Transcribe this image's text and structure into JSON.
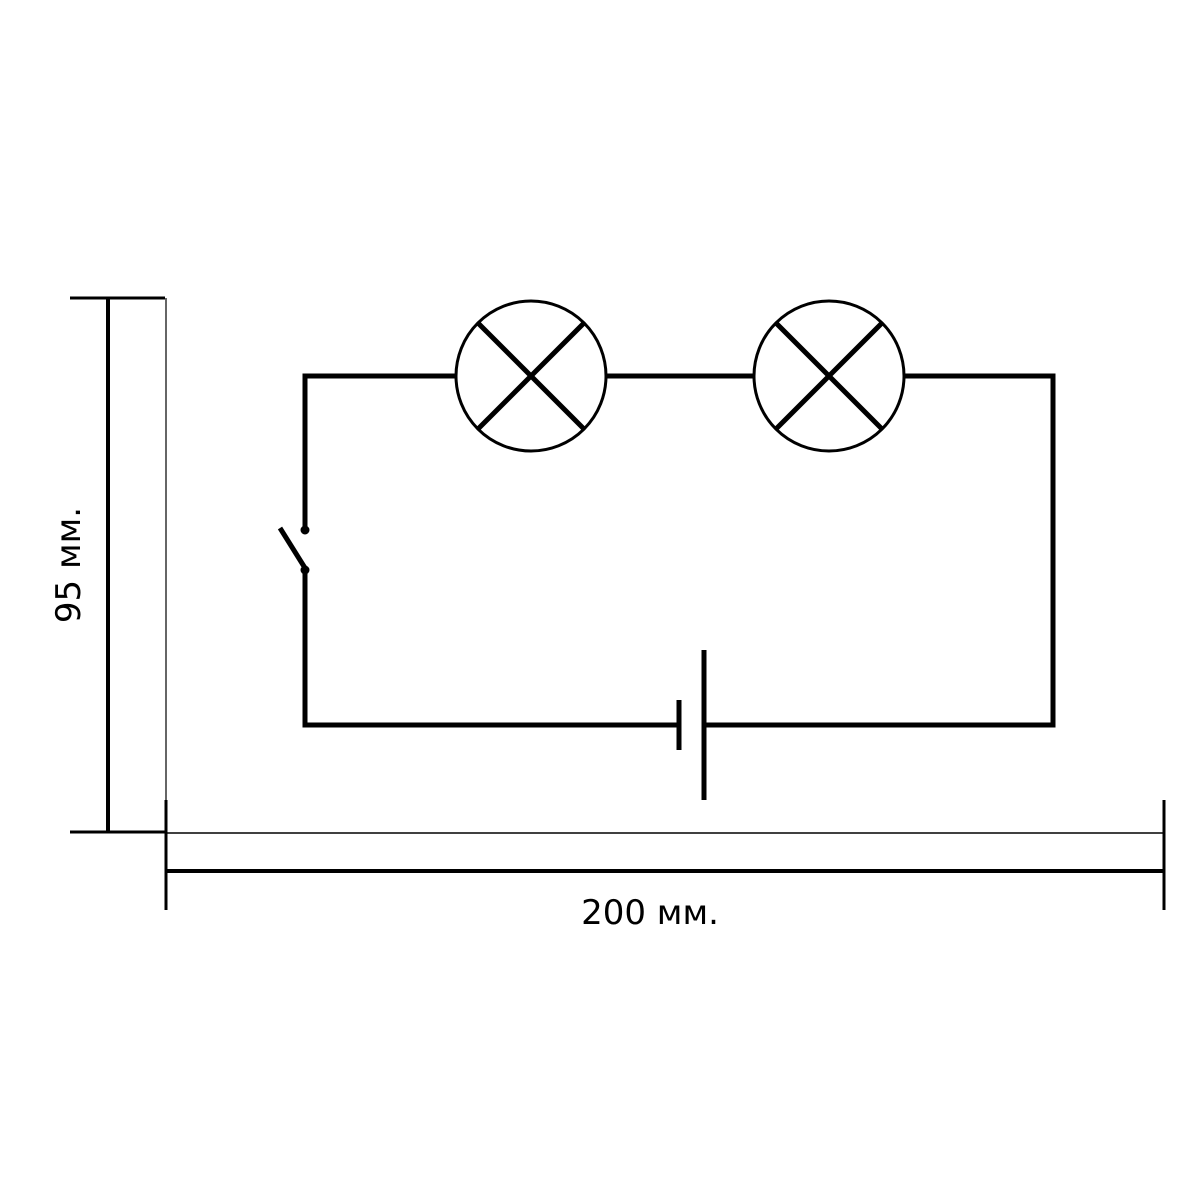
{
  "dimensions": {
    "height_label": "95 мм.",
    "width_label": "200 мм."
  },
  "circuit": {
    "components": [
      "switch",
      "lamp",
      "lamp",
      "battery"
    ],
    "wire_color": "#000000"
  }
}
